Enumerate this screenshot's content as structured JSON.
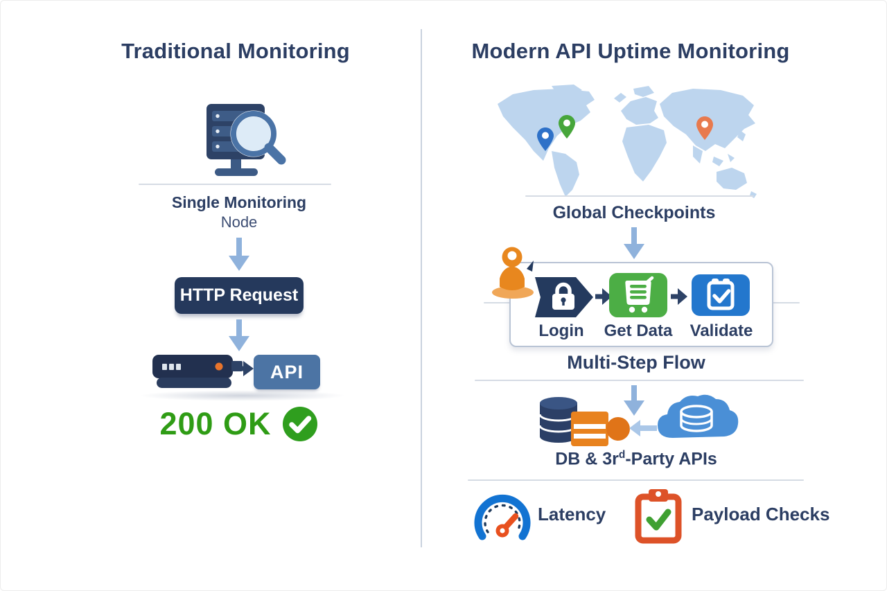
{
  "left_panel": {
    "title": "Traditional Monitoring",
    "node_caption_line1": "Single Monitoring",
    "node_caption_line2": "Node",
    "request_label": "HTTP Request",
    "api_label": "API",
    "status_code": "200 OK"
  },
  "right_panel": {
    "title": "Modern API Uptime Monitoring",
    "map_caption": "Global Checkpoints",
    "flow_steps": [
      {
        "label": "Login"
      },
      {
        "label": "Get Data"
      },
      {
        "label": "Validate"
      }
    ],
    "flow_caption": "Multi-Step Flow",
    "integrations_caption": {
      "prefix": "DB & 3r",
      "sup": "d",
      "suffix": "-Party APIs"
    },
    "metrics": [
      {
        "label": "Latency"
      },
      {
        "label": "Payload Checks"
      }
    ]
  },
  "colors": {
    "navy_text": "#2c3e63",
    "dark_badge": "#25395c",
    "steel_blue_api": "#4c74a4",
    "arrow_light_blue": "#8fb2dc",
    "map_light_blue": "#bdd5ee",
    "success_green": "#2f9c15",
    "step_green": "#4cae45",
    "step_blue": "#2377cd",
    "accent_orange": "#e8821e",
    "clipboard_red_orange": "#dd5228",
    "gauge_blue": "#1273d2",
    "cloud_blue": "#4a8fd6",
    "db_navy": "#2b3f66",
    "pin_blue": "#2e71c8",
    "pin_green": "#47a63b",
    "pin_orange": "#e87a4e"
  }
}
